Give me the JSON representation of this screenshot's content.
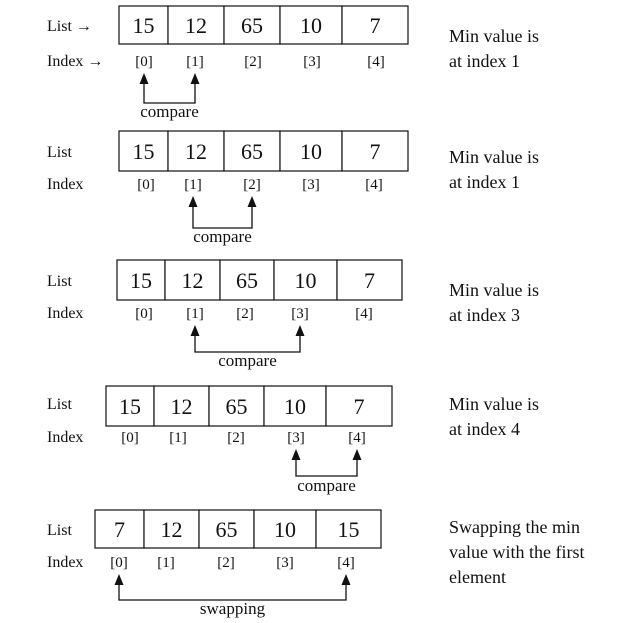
{
  "steps": [
    {
      "list_label": "List →",
      "index_label": "Index →",
      "values": [
        "15",
        "12",
        "65",
        "10",
        "7"
      ],
      "indices": [
        "[0]",
        "[1]",
        "[2]",
        "[3]",
        "[4]"
      ],
      "connector": {
        "from": 0,
        "to": 1,
        "label": "compare"
      },
      "note": [
        "Min value is",
        "at index 1"
      ]
    },
    {
      "list_label": "List",
      "index_label": "Index",
      "values": [
        "15",
        "12",
        "65",
        "10",
        "7"
      ],
      "indices": [
        "[0]",
        "[1]",
        "[2]",
        "[3]",
        "[4]"
      ],
      "connector": {
        "from": 1,
        "to": 2,
        "label": "compare"
      },
      "note": [
        "Min value is",
        "at index 1"
      ]
    },
    {
      "list_label": "List",
      "index_label": "Index",
      "values": [
        "15",
        "12",
        "65",
        "10",
        "7"
      ],
      "indices": [
        "[0]",
        "[1]",
        "[2]",
        "[3]",
        "[4]"
      ],
      "connector": {
        "from": 1,
        "to": 3,
        "label": "compare"
      },
      "note": [
        "Min value is",
        "at index 3"
      ]
    },
    {
      "list_label": "List",
      "index_label": "Index",
      "values": [
        "15",
        "12",
        "65",
        "10",
        "7"
      ],
      "indices": [
        "[0]",
        "[1]",
        "[2]",
        "[3]",
        "[4]"
      ],
      "connector": {
        "from": 3,
        "to": 4,
        "label": "compare"
      },
      "note": [
        "Min value is",
        "at index 4"
      ]
    },
    {
      "list_label": "List",
      "index_label": "Index",
      "values": [
        "7",
        "12",
        "65",
        "10",
        "15"
      ],
      "indices": [
        "[0]",
        "[1]",
        "[2]",
        "[3]",
        "[4]"
      ],
      "connector": {
        "from": 0,
        "to": 4,
        "label": "swapping"
      },
      "note": [
        "Swapping the min",
        "value with the first",
        "element"
      ]
    }
  ]
}
